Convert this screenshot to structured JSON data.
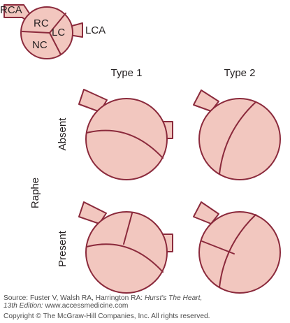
{
  "legend": {
    "rca": "RCA",
    "lca": "LCA",
    "rc": "RC",
    "lc": "LC",
    "nc": "NC"
  },
  "columns": {
    "type1": "Type 1",
    "type2": "Type 2"
  },
  "rows": {
    "group": "Raphe",
    "absent": "Absent",
    "present": "Present"
  },
  "colors": {
    "valve_fill": "#f2c7bf",
    "valve_stroke": "#8b2a3c",
    "text": "#231f20"
  },
  "source": {
    "prefix": "Source: Fuster V, Walsh RA, Harrington RA: ",
    "book_title": "Hurst's The Heart,",
    "edition": "13th Edition:",
    "url": " www.accessmedicine.com"
  },
  "copyright": "Copyright © The McGraw-Hill Companies, Inc. All rights reserved."
}
